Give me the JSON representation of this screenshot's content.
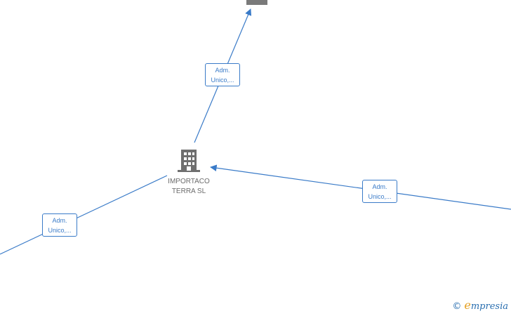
{
  "nodes": {
    "center": {
      "label": "IMPORTACO\nTERRA  SL",
      "icon": "building-icon"
    },
    "top": {
      "icon": "building-icon"
    }
  },
  "edges": [
    {
      "label_line1": "Adm.",
      "label_line2": "Unico,..."
    },
    {
      "label_line1": "Adm.",
      "label_line2": "Unico,..."
    },
    {
      "label_line1": "Adm.",
      "label_line2": "Unico,..."
    }
  ],
  "brand": {
    "copyright": "©",
    "initial": "e",
    "rest": "mpresia"
  },
  "colors": {
    "edge": "#3a7bc8",
    "node": "#6b6b6b",
    "brand_accent": "#e5a020"
  }
}
